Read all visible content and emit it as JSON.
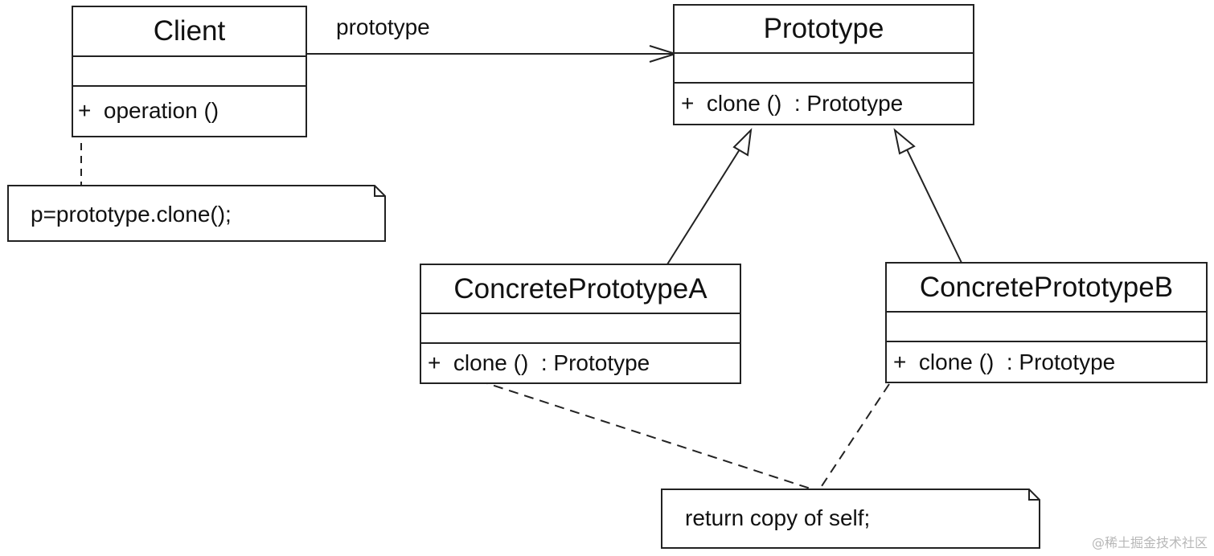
{
  "classes": {
    "client": {
      "name": "Client",
      "operation": "+  operation ()"
    },
    "prototype": {
      "name": "Prototype",
      "operation": "+  clone ()  : Prototype"
    },
    "concrete_a": {
      "name": "ConcretePrototypeA",
      "operation": "+  clone ()  : Prototype"
    },
    "concrete_b": {
      "name": "ConcretePrototypeB",
      "operation": "+  clone ()  : Prototype"
    }
  },
  "association": {
    "label": "prototype"
  },
  "notes": {
    "client_note": "p=prototype.clone();",
    "clone_note": "return copy of self;"
  },
  "watermark": "@稀土掘金技术社区"
}
